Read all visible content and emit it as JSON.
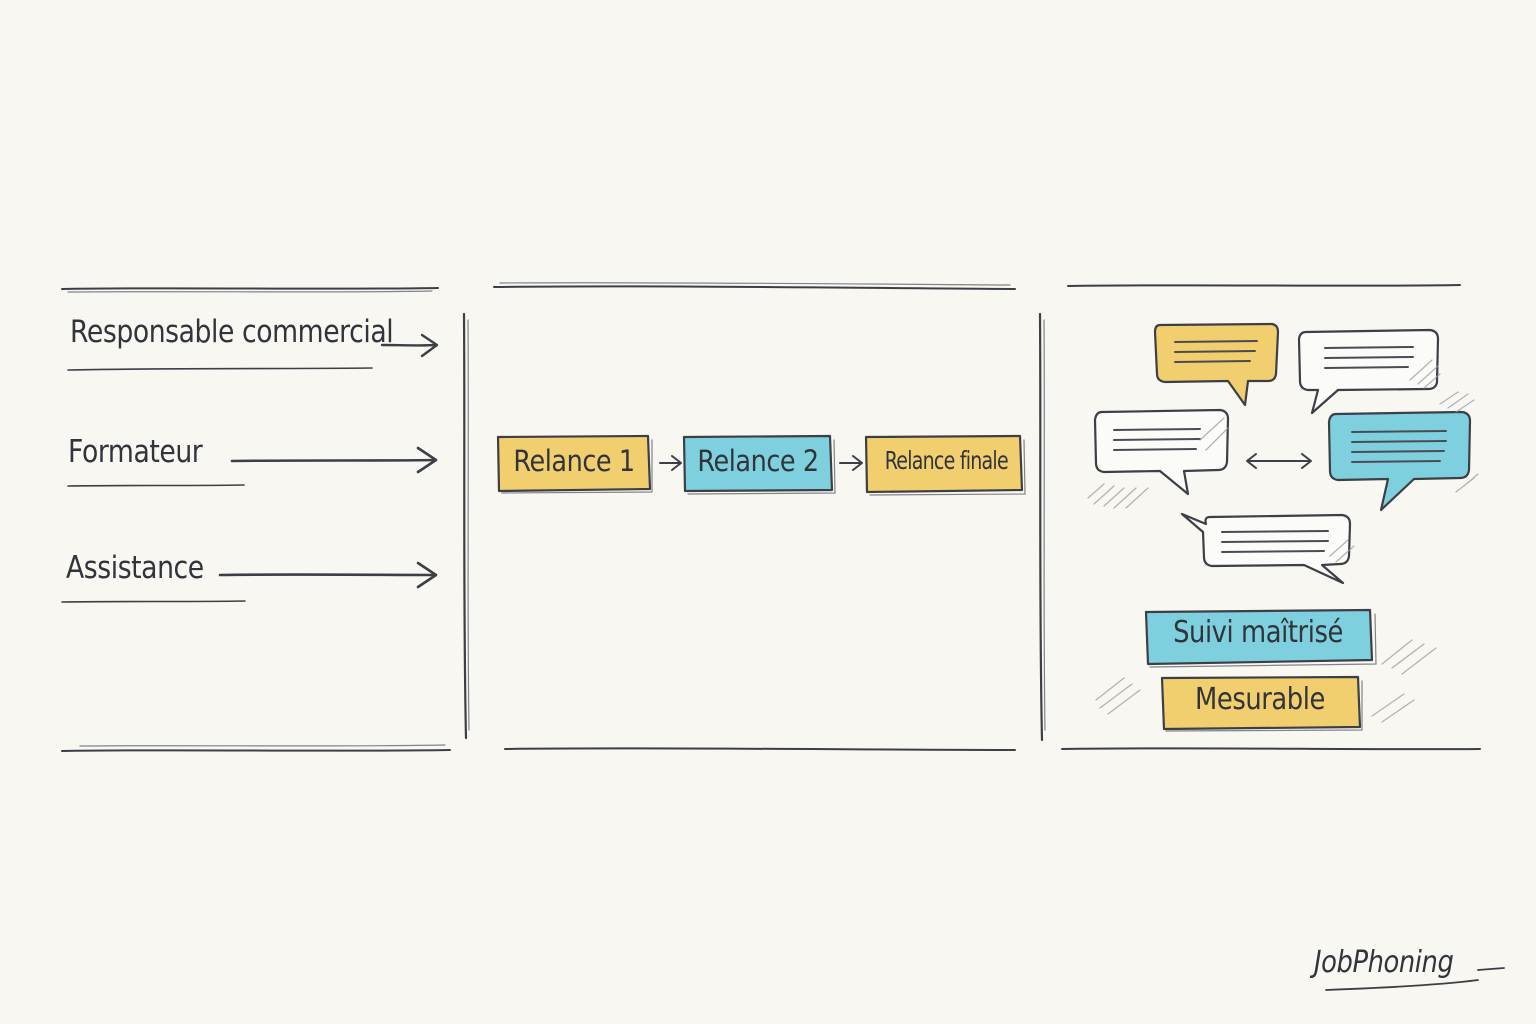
{
  "colors": {
    "background": "#f9f7f1",
    "ink": "#3d3f47",
    "yellow": "#f2cf6e",
    "blue": "#7fd0de",
    "white": "#fbfbf8"
  },
  "roles": [
    {
      "label": "Responsable commercial"
    },
    {
      "label": "Formateur"
    },
    {
      "label": "Assistance"
    }
  ],
  "steps": [
    {
      "label": "Relance 1",
      "color": "yellow"
    },
    {
      "label": "Relance 2",
      "color": "blue"
    },
    {
      "label": "Relance finale",
      "color": "yellow"
    }
  ],
  "badges": [
    {
      "label": "Suivi maîtrisé",
      "color": "blue"
    },
    {
      "label": "Mesurable",
      "color": "yellow"
    }
  ],
  "bubbles": [
    {
      "color": "yellow"
    },
    {
      "color": "white"
    },
    {
      "color": "white"
    },
    {
      "color": "blue"
    },
    {
      "color": "white"
    }
  ],
  "icons": [
    "arrow-right-icon",
    "double-arrow-icon",
    "speech-bubble-icon"
  ],
  "brand": "JobPhoning"
}
